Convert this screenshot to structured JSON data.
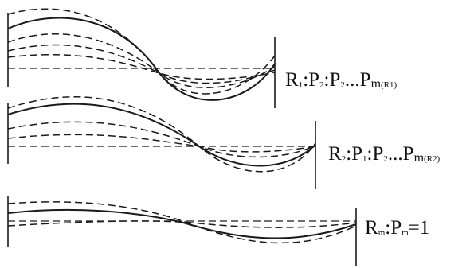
{
  "colors": {
    "ink": "#1a1a1a",
    "background": "#ffffff"
  },
  "panels": [
    {
      "id": "r1",
      "label": {
        "r": "R",
        "r_sub": "1",
        "rest": ":P",
        "s1": "2",
        "mid": ":P",
        "s2": "2",
        "dots": "...P",
        "m": "m",
        "paren": "(R",
        "paren_sub": "1",
        "close": ")"
      }
    },
    {
      "id": "r2",
      "label": {
        "r": "R",
        "r_sub": "2",
        "rest": ":P",
        "s1": "1",
        "mid": ":P",
        "s2": "2",
        "dots": "...P",
        "m": "m",
        "paren": "(R",
        "paren_sub": "2",
        "close": ")"
      }
    },
    {
      "id": "rm",
      "label": {
        "r": "R",
        "r_sub": "m",
        "rest": ":P",
        "s1": "m",
        "eq": "=1"
      }
    }
  ]
}
